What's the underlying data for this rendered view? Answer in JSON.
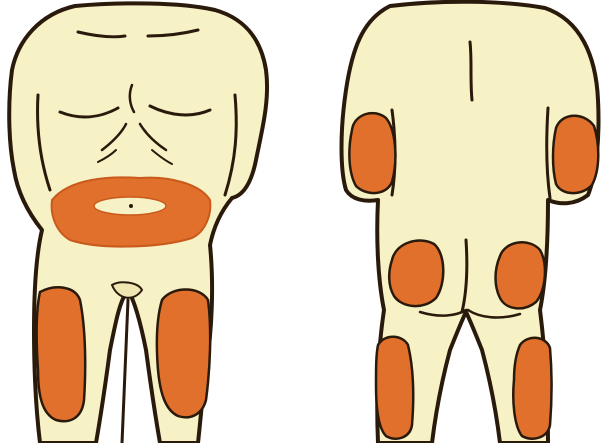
{
  "figures": [
    {
      "name": "front-view",
      "highlighted_zones": [
        "abdomen",
        "left-thigh",
        "right-thigh"
      ]
    },
    {
      "name": "back-view",
      "highlighted_zones": [
        "left-upper-arm",
        "right-upper-arm",
        "left-buttock",
        "right-buttock",
        "left-thigh-back",
        "right-thigh-back"
      ]
    }
  ],
  "colors": {
    "background": "#ffffff",
    "skin": "#f7f1c6",
    "skin_shade": "#e6d9a0",
    "outline": "#2a1a0c",
    "zone": "#e0702c",
    "zone_dark": "#c95a1c"
  }
}
